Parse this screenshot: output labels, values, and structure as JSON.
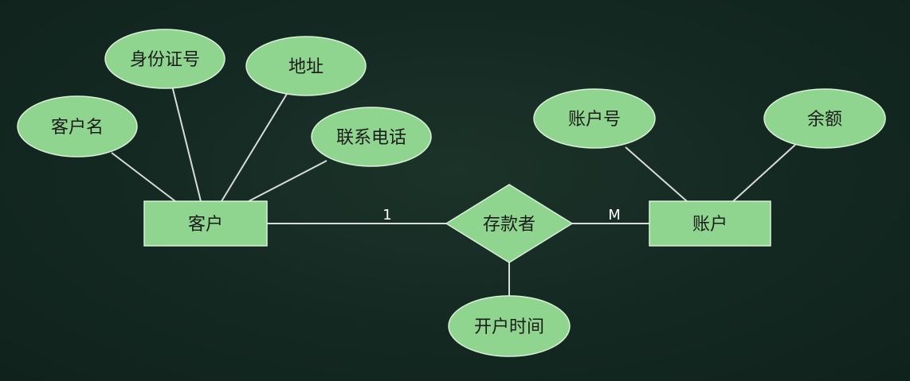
{
  "diagram": {
    "type": "er-diagram",
    "entities": [
      {
        "id": "customer",
        "label": "客户"
      },
      {
        "id": "account",
        "label": "账户"
      }
    ],
    "relationships": [
      {
        "id": "depositor",
        "label": "存款者"
      }
    ],
    "attributes": [
      {
        "id": "customer_name",
        "label": "客户名",
        "of": "customer"
      },
      {
        "id": "id_number",
        "label": "身份证号",
        "of": "customer"
      },
      {
        "id": "address",
        "label": "地址",
        "of": "customer"
      },
      {
        "id": "phone",
        "label": "联系电话",
        "of": "customer"
      },
      {
        "id": "account_number",
        "label": "账户号",
        "of": "account"
      },
      {
        "id": "balance",
        "label": "余额",
        "of": "account"
      },
      {
        "id": "open_time",
        "label": "开户时间",
        "of": "depositor"
      }
    ],
    "cardinality": {
      "customer_side": "1",
      "account_side": "M"
    },
    "colors": {
      "shape_fill": "#8fd48f",
      "background": "#142822",
      "line": "#d7dcd9"
    }
  }
}
